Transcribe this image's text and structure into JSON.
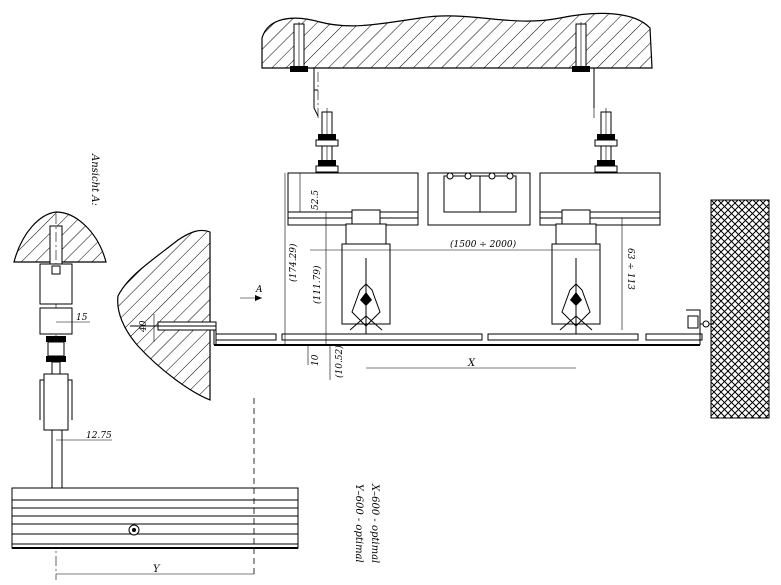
{
  "labels": {
    "view": "Ansicht  A:",
    "arrow_a": "A",
    "dim_52_5": "52.5",
    "dim_174_29": "(174.29)",
    "dim_111_79": "(111.79)",
    "dim_10": "10",
    "dim_10_52": "(10.52)",
    "dim_1500_2000": "(1500 ÷ 2000)",
    "dim_63_113": "63 ÷ 113",
    "dim_x": "X",
    "dim_y": "Y",
    "dim_15": "15",
    "dim_40": "40",
    "dim_12_75": "12.75",
    "note_x": "X–600 - optimal",
    "note_y": "Y–600 - optimal"
  }
}
